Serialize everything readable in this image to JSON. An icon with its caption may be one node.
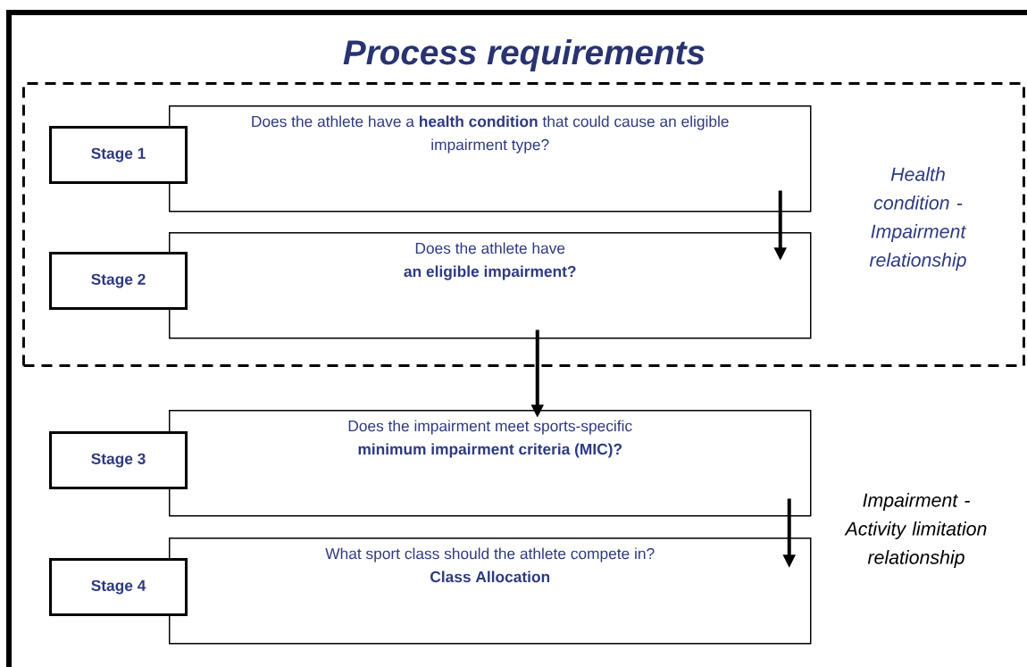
{
  "diagram": {
    "title": "Process requirements",
    "nodes": [
      {
        "text": [
          "Health condition - Impairment relationship"
        ]
      },
      {
        "text": [
          "Stage 1"
        ],
        "in": 0
      },
      {
        "text": [
          "Does the athlete have a **health condition** that could cause an eligible impairment type?"
        ],
        "in": 0
      },
      {
        "text": [
          "Stage 2"
        ],
        "in": 0
      },
      {
        "text": [
          "Does the athlete have",
          "an eligible impairment?"
        ],
        "in": 0
      },
      {
        "text": [
          "Stage 3"
        ]
      },
      {
        "text": [
          "Does the impairment meet sports-specific",
          "minimum impairment criteria (MIC)?"
        ]
      },
      {
        "text": [
          "Stage 4"
        ]
      },
      {
        "text": [
          "What sport class should the athlete compete in?",
          "Class Allocation"
        ]
      }
    ],
    "edges": [
      {
        "from": 2,
        "to": 4,
        "arrow": "to"
      },
      {
        "from": 4,
        "to": 6,
        "arrow": "to"
      },
      {
        "from": 6,
        "to": 8,
        "arrow": "to"
      }
    ],
    "labels": [
      "Impairment - Activity limitation relationship"
    ]
  }
}
